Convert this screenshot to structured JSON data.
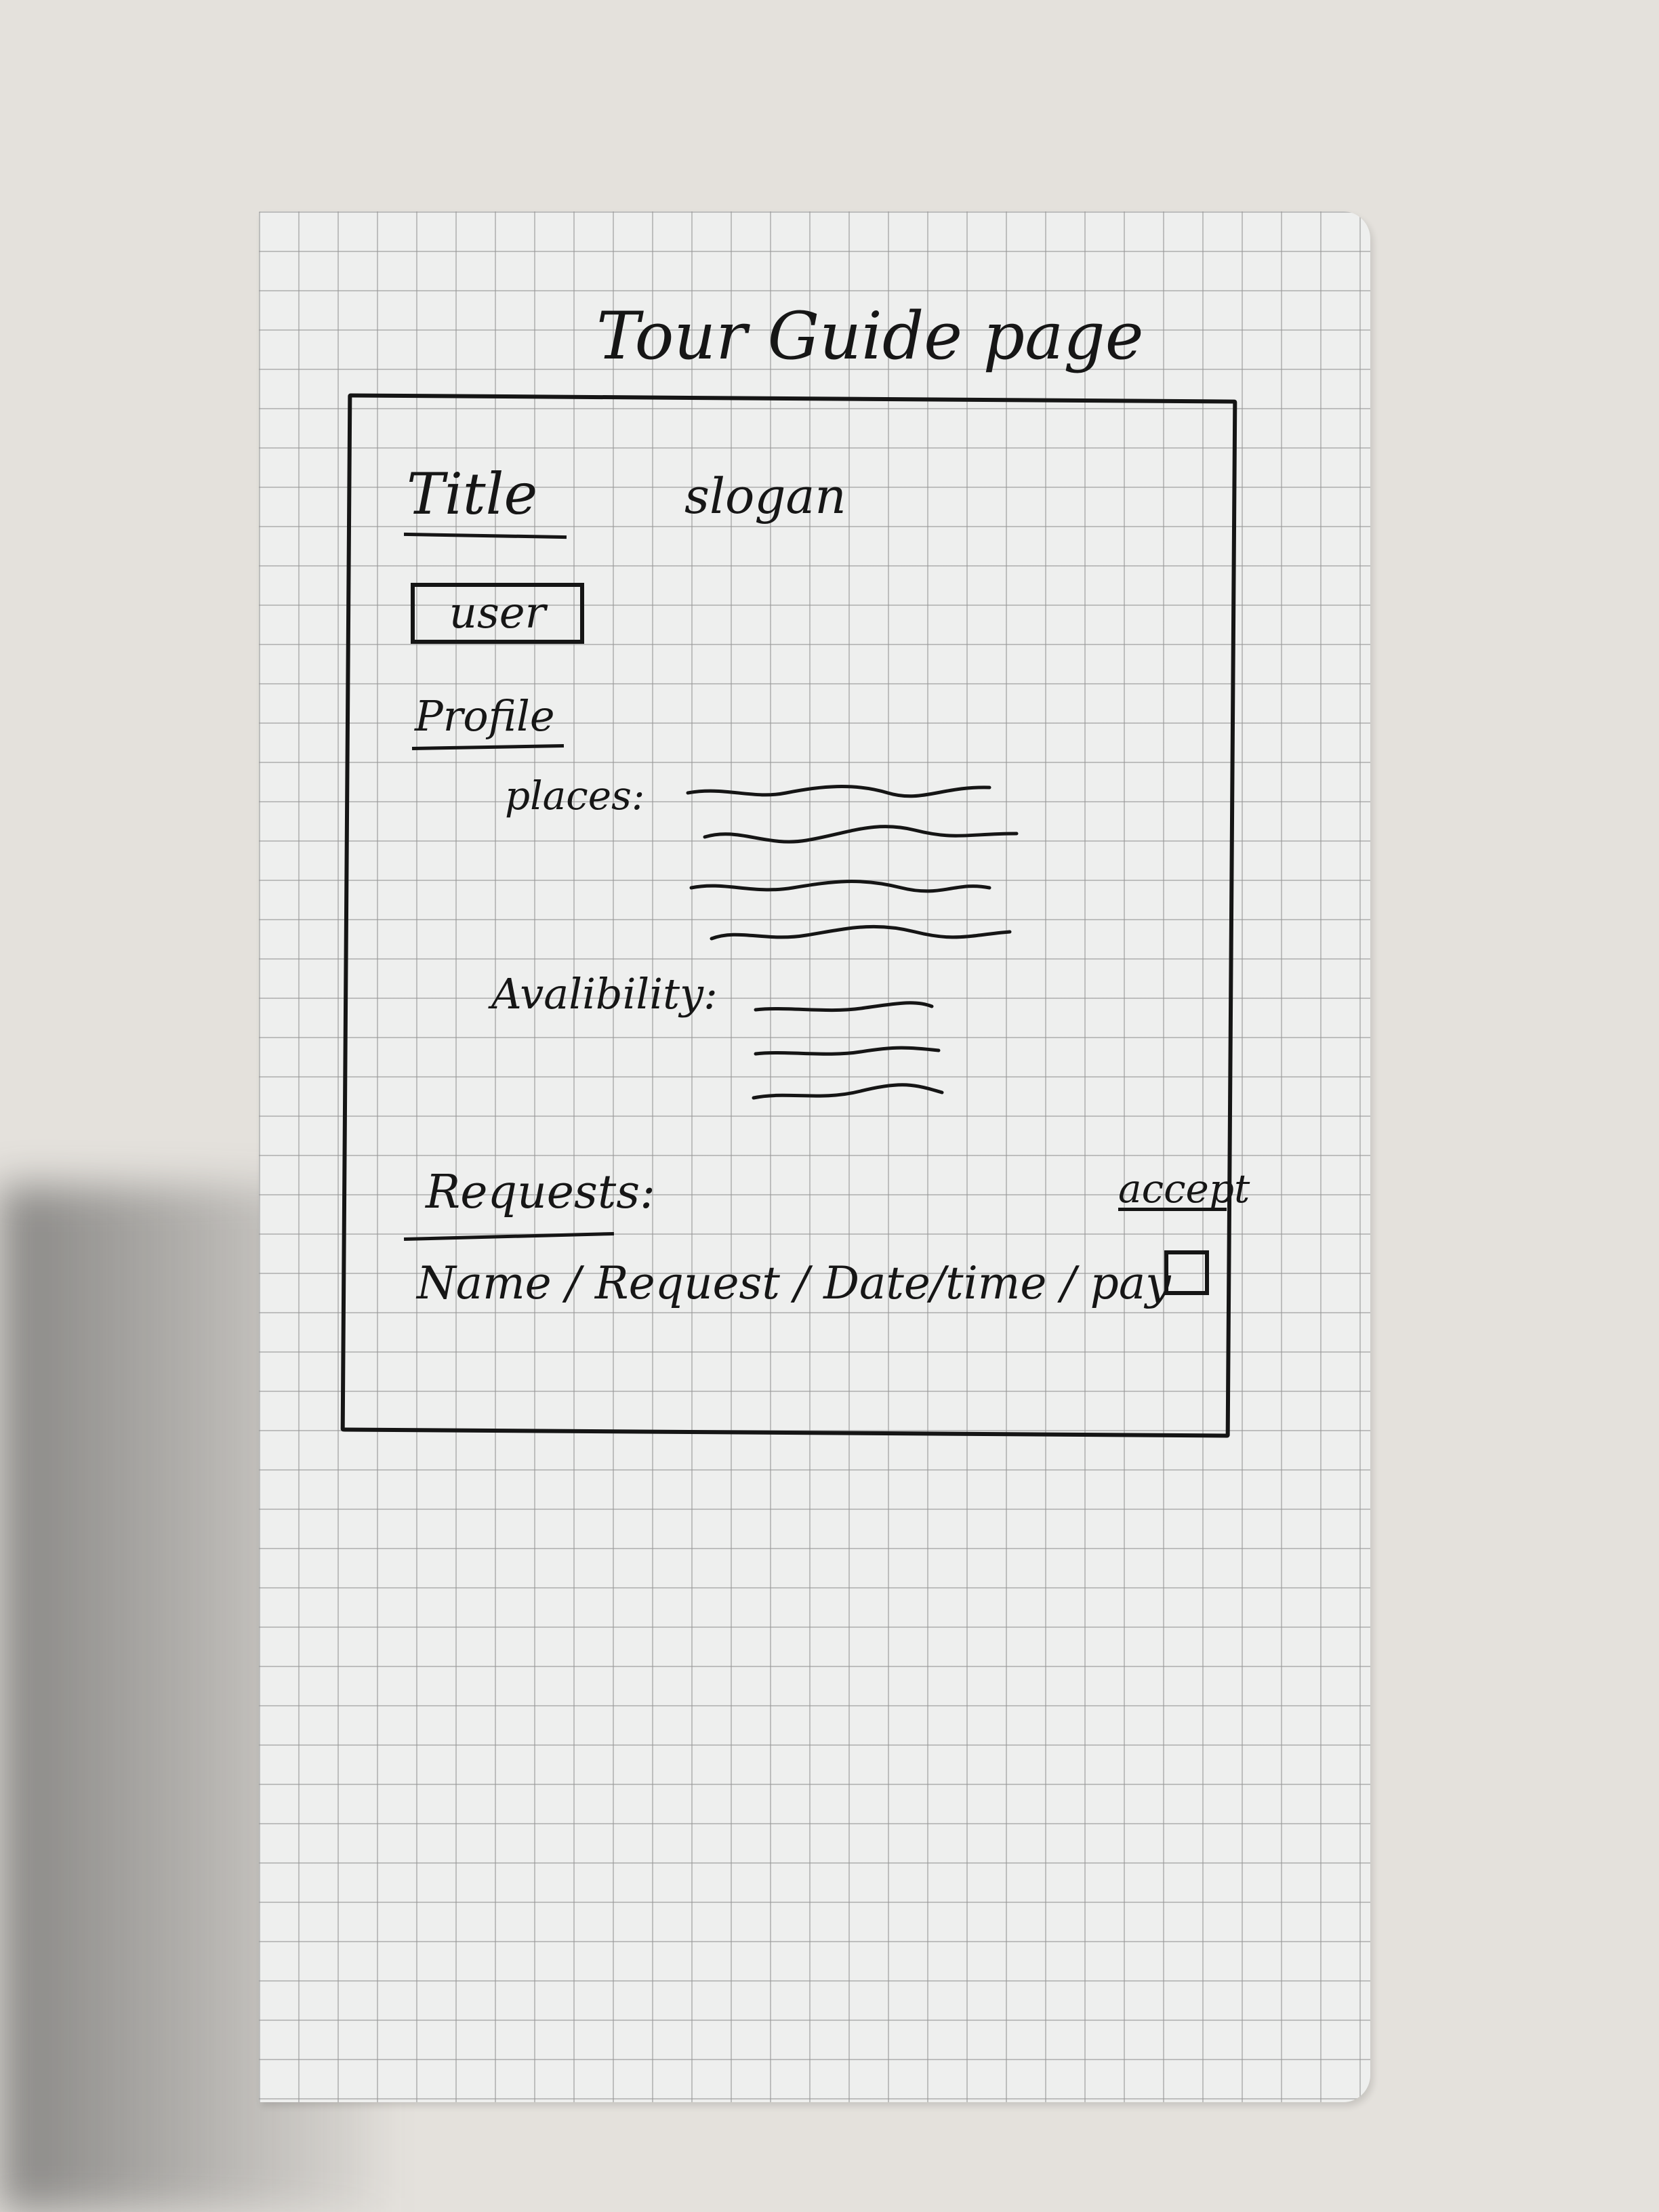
{
  "page_title": "Tour Guide page",
  "header": {
    "title": "Title",
    "slogan": "slogan"
  },
  "user_button": "user",
  "profile": {
    "heading": "Profile",
    "places_label": "places:",
    "availability_label": "Avalibility:"
  },
  "requests": {
    "heading": "Requests:",
    "accept_label": "accept",
    "row": "Name / Request / Date/time / pay"
  },
  "ink_color": "#151515",
  "paper_color": "#eeefee"
}
